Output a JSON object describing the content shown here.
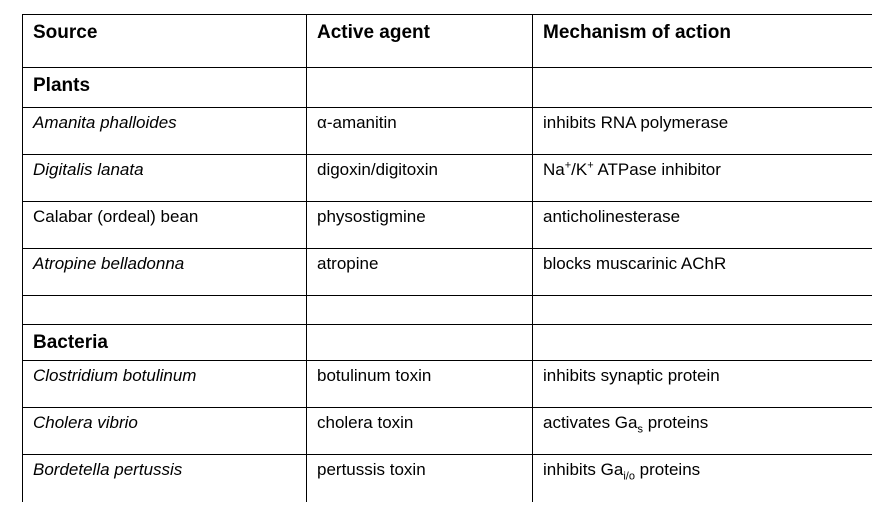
{
  "table": {
    "headers": [
      "Source",
      "Active agent",
      "Mechanism of action"
    ],
    "sections": [
      {
        "label": "Plants",
        "rows": [
          {
            "source": "Amanita phalloides",
            "agent": "α-amanitin",
            "mechanism": "inhibits RNA polymerase"
          },
          {
            "source": "Digitalis lanata",
            "agent": "digoxin/digitoxin",
            "mech_na": "Na",
            "mech_plus1": "+",
            "mech_k": "/K",
            "mech_plus2": "+",
            "mech_rest": " ATPase inhibitor"
          },
          {
            "source": "Calabar (ordeal) bean",
            "agent": "physostigmine",
            "mechanism": "anticholinesterase"
          },
          {
            "source": "Atropine belladonna",
            "agent": "atropine",
            "mechanism": "blocks muscarinic AChR"
          }
        ]
      },
      {
        "label": "Bacteria",
        "rows": [
          {
            "source": "Clostridium botulinum",
            "agent": "botulinum toxin",
            "mechanism": "inhibits synaptic protein"
          },
          {
            "source": "Cholera vibrio",
            "agent": "cholera toxin",
            "mech_pre": "activates Ga",
            "mech_sub": "s",
            "mech_post": " proteins"
          },
          {
            "source": "Bordetella pertussis",
            "agent": "pertussis toxin",
            "mech_pre": "inhibits Ga",
            "mech_sub": "i/o",
            "mech_post": " proteins"
          }
        ]
      }
    ]
  }
}
